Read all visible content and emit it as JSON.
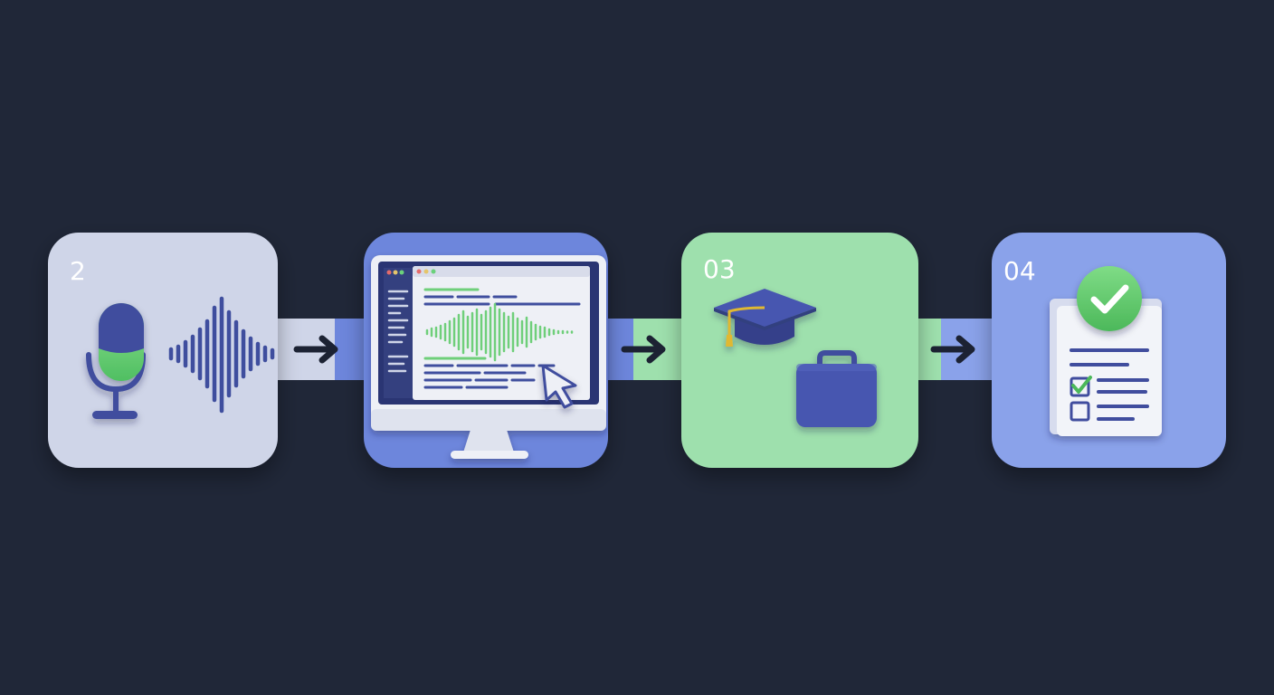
{
  "steps": [
    {
      "number": "2",
      "icon": "microphone-soundwave",
      "color": "#cfd5e8"
    },
    {
      "number": "",
      "icon": "monitor-audio-editor",
      "color": "#6d86dc"
    },
    {
      "number": "03",
      "icon": "graduation-cap-briefcase",
      "color": "#9ee0ad"
    },
    {
      "number": "04",
      "icon": "checklist-document",
      "color": "#8aa2ea"
    }
  ],
  "palette": {
    "background": "#202738",
    "navy": "#3f4e9e",
    "green": "#6fcf7a",
    "arrow": "#1c2233"
  }
}
